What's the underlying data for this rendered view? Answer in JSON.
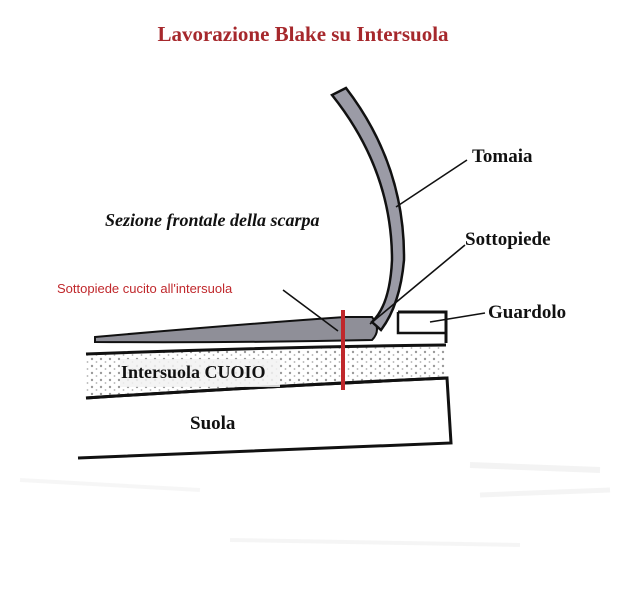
{
  "title": "Lavorazione Blake su Intersuola",
  "labels": {
    "tomaia": "Tomaia",
    "sezione": "Sezione frontale della scarpa",
    "sottopiede": "Sottopiede",
    "cucito": "Sottopiede cucito all'intersuola",
    "guardolo": "Guardolo",
    "intersuola": "Intersuola CUOIO",
    "suola": "Suola"
  },
  "colors": {
    "title": "#a6282c",
    "stitch": "#c0282c",
    "upper_fill": "#9b9ba6",
    "midsole_dots": "#9a9a9a"
  }
}
